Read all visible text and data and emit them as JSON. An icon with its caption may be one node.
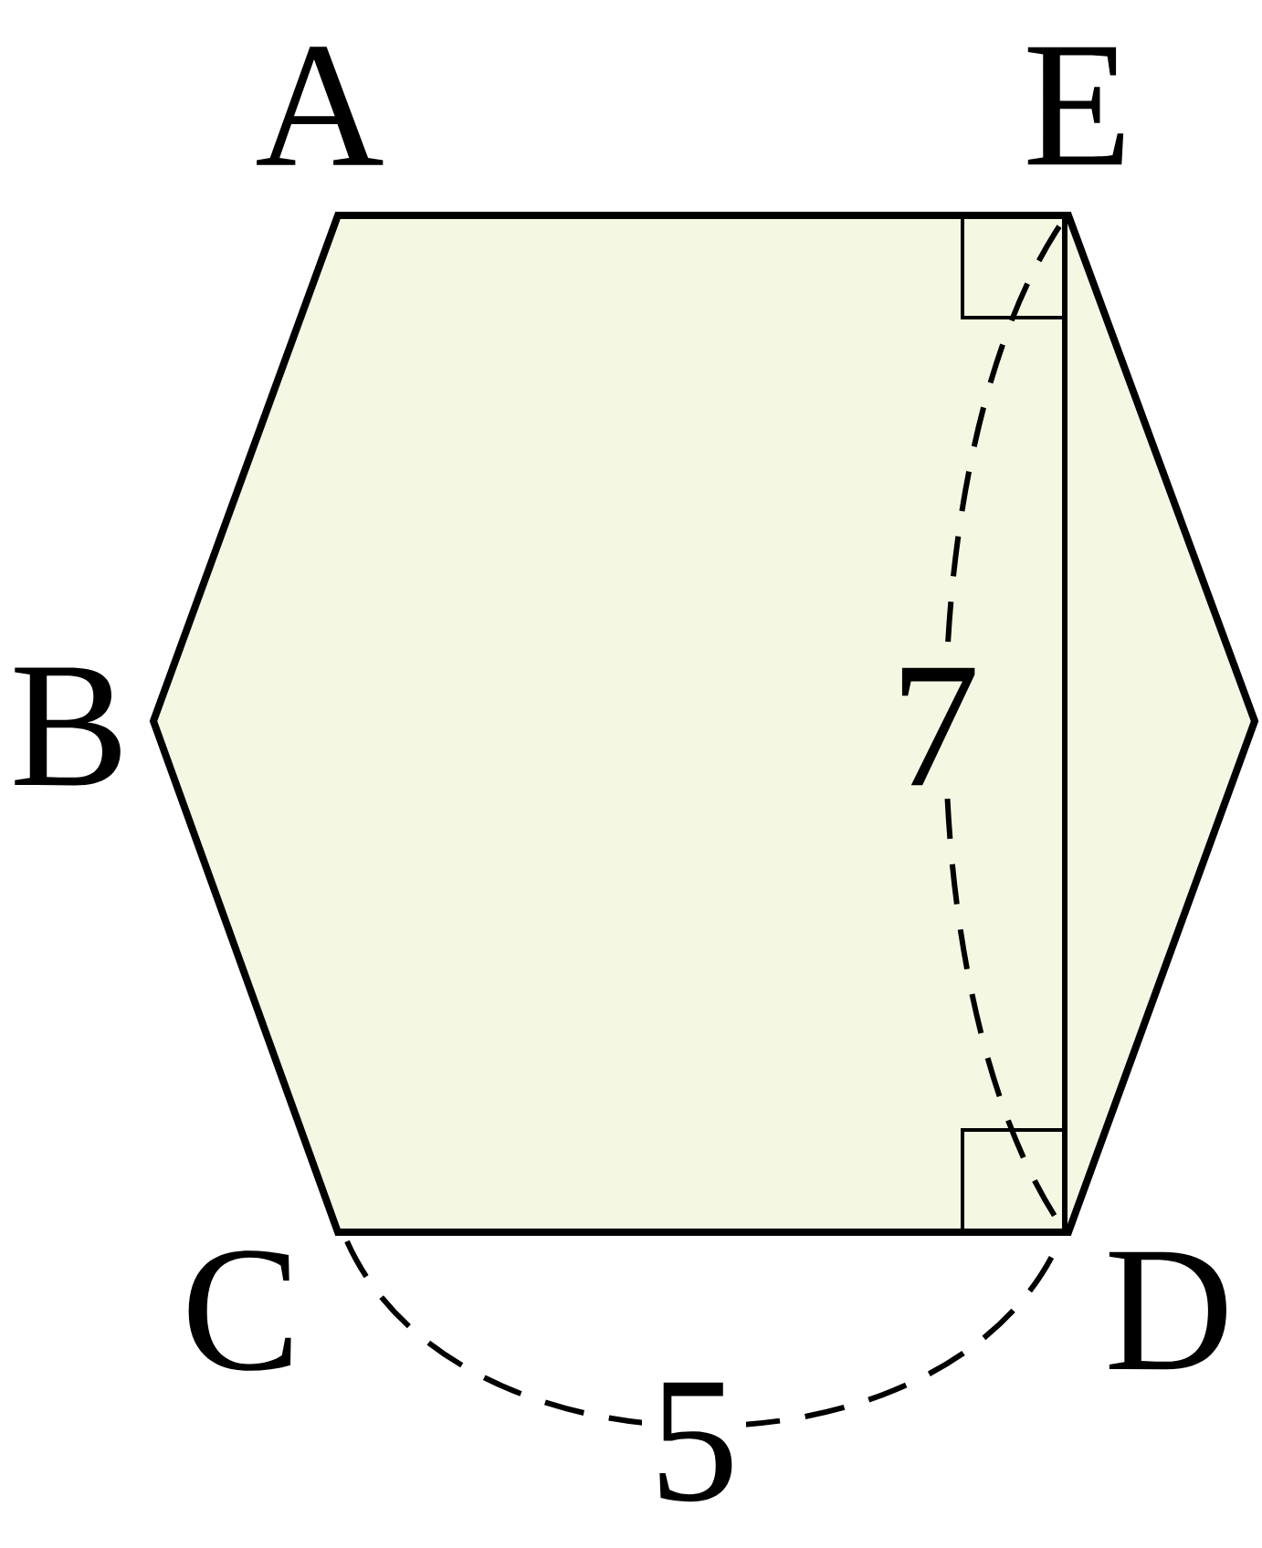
{
  "diagram": {
    "labels": [
      "A",
      "E",
      "B",
      "7",
      "C",
      "D",
      "5"
    ]
  }
}
